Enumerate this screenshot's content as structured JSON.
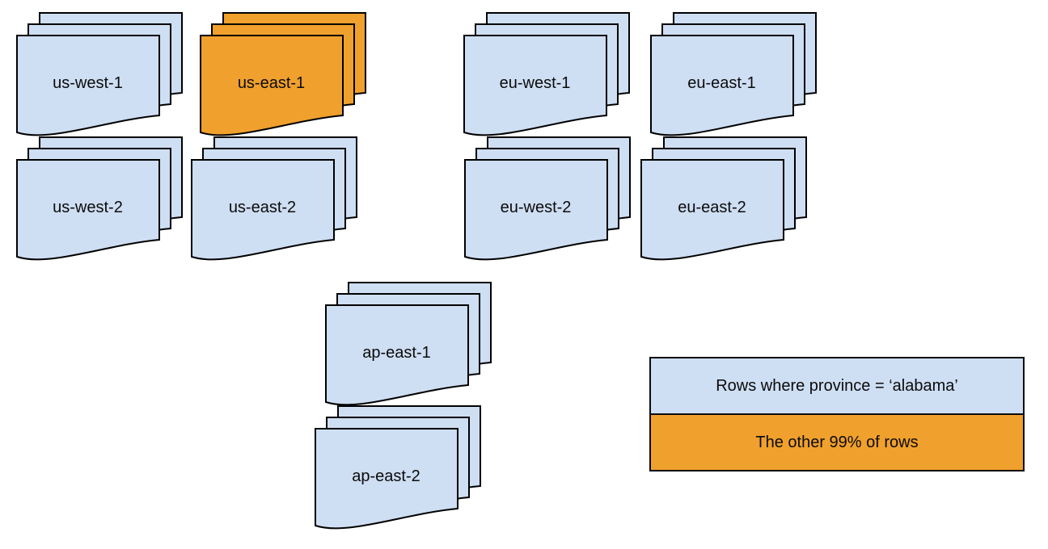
{
  "diagram_title": "",
  "colors": {
    "region_fill": "#CEDEF3",
    "highlight_fill": "#F0A02C",
    "outline": "#000000",
    "page_background": "#FFFFFF"
  },
  "stacks": [
    {
      "label": "us-west-1",
      "fill": "#CEDEF3"
    },
    {
      "label": "us-east-1",
      "fill": "#F0A02C"
    },
    {
      "label": "eu-west-1",
      "fill": "#CEDEF3"
    },
    {
      "label": "eu-east-1",
      "fill": "#CEDEF3"
    },
    {
      "label": "us-west-2",
      "fill": "#CEDEF3"
    },
    {
      "label": "us-east-2",
      "fill": "#CEDEF3"
    },
    {
      "label": "eu-west-2",
      "fill": "#CEDEF3"
    },
    {
      "label": "eu-east-2",
      "fill": "#CEDEF3"
    },
    {
      "label": "ap-east-1",
      "fill": "#CEDEF3"
    },
    {
      "label": "ap-east-2",
      "fill": "#CEDEF3"
    }
  ],
  "legend": {
    "rows": [
      {
        "label": "Rows where province = ‘alabama’",
        "color": "#CEDEF3"
      },
      {
        "label": "The other 99% of rows",
        "color": "#F0A02C"
      }
    ]
  }
}
